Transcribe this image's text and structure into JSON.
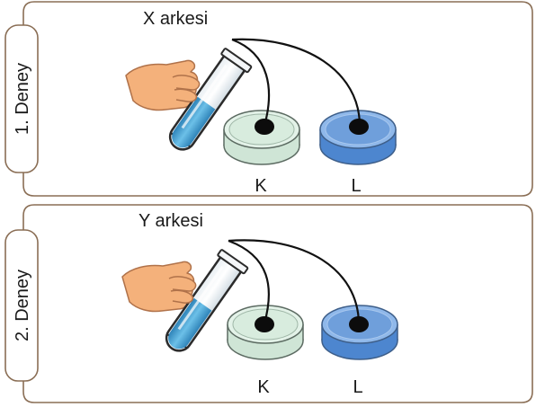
{
  "experiments": [
    {
      "side_label": "1. Deney",
      "culture_label": "X arkesi",
      "dish_labels": [
        "K",
        "L"
      ]
    },
    {
      "side_label": "2. Deney",
      "culture_label": "Y arkesi",
      "dish_labels": [
        "K",
        "L"
      ]
    }
  ],
  "colors": {
    "dish_k_fill": "#dff0e4",
    "dish_l_fill": "#6f9fdb",
    "tube_liquid": "#4a9fd0",
    "hand": "#f5b37f",
    "panel_border": "#8a6e55"
  }
}
